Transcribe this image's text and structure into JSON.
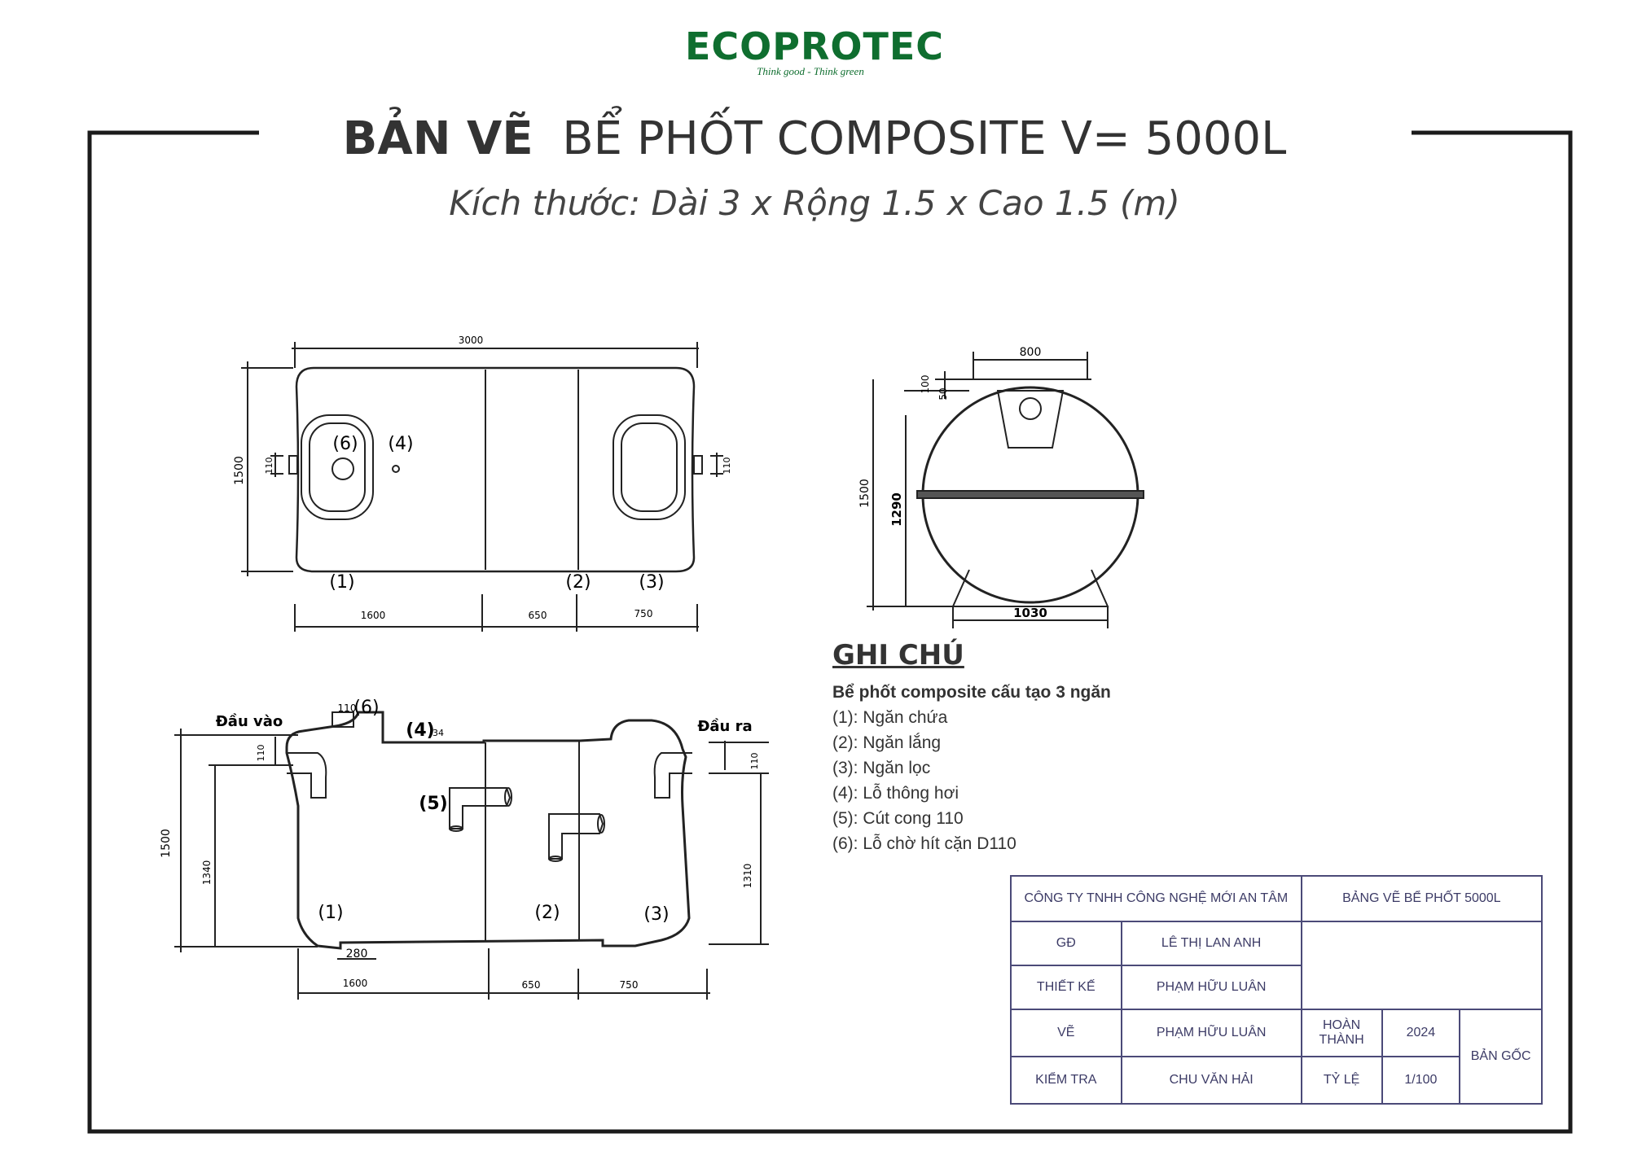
{
  "logo": {
    "name": "ECOPROTEC",
    "tagline": "Think good - Think green"
  },
  "title": {
    "bold": "BẢN VẼ",
    "rest": "BỂ PHỐT COMPOSITE V= 5000L"
  },
  "subtitle": "Kích thước: Dài 3 x Rộng 1.5 x Cao 1.5 (m)",
  "top_view": {
    "labels": {
      "c1": "(1)",
      "c2": "(2)",
      "c3": "(3)",
      "c4": "(4)",
      "c6": "(6)"
    },
    "dims": {
      "length": "3000",
      "width": "1500",
      "pipe_left": "110",
      "pipe_right": "110",
      "d1": "1600",
      "d2": "650",
      "d3": "750"
    }
  },
  "side_view": {
    "dims": {
      "top": "800",
      "d100": "100",
      "d50": "50",
      "height": "1500",
      "h2": "1290",
      "base": "1030"
    }
  },
  "section_view": {
    "labels": {
      "inlet": "Đầu vào",
      "outlet": "Đầu ra",
      "c1": "(1)",
      "c2": "(2)",
      "c3": "(3)",
      "c4": "(4)",
      "c5": "(5)",
      "c6": "(6)"
    },
    "dims": {
      "pipe_top": "110",
      "vent": "34",
      "in_pipe": "110",
      "out_pipe": "110",
      "height": "1500",
      "h_left": "1340",
      "h_right": "1310",
      "foot": "280",
      "d1": "1600",
      "d2": "650",
      "d3": "750"
    }
  },
  "notes": {
    "title": "GHI CHÚ",
    "subtitle": "Bể phốt composite cấu tạo 3 ngăn",
    "items": [
      "(1): Ngăn chứa",
      "(2): Ngăn lắng",
      "(3): Ngăn lọc",
      "(4): Lỗ thông hơi",
      "(5): Cút cong 110",
      "(6): Lỗ chờ hít cặn D110"
    ]
  },
  "titleblock": {
    "company": "CÔNG TY TNHH CÔNG NGHỆ MỚI AN TÂM",
    "drawing": "BẢNG VẼ BỂ PHỐT 5000L",
    "gd_label": "GĐ",
    "gd_name": "LÊ THỊ LAN ANH",
    "design_label": "THIẾT KẾ",
    "design_name": "PHẠM HỮU LUÂN",
    "draw_label": "VẼ",
    "draw_name": "PHẠM HỮU LUÂN",
    "done_label": "HOÀN THÀNH",
    "done_value": "2024",
    "check_label": "KIỂM TRA",
    "check_name": "CHU VĂN HẢI",
    "scale_label": "TỶ LỆ",
    "scale_value": "1/100",
    "original": "BẢN GỐC"
  }
}
